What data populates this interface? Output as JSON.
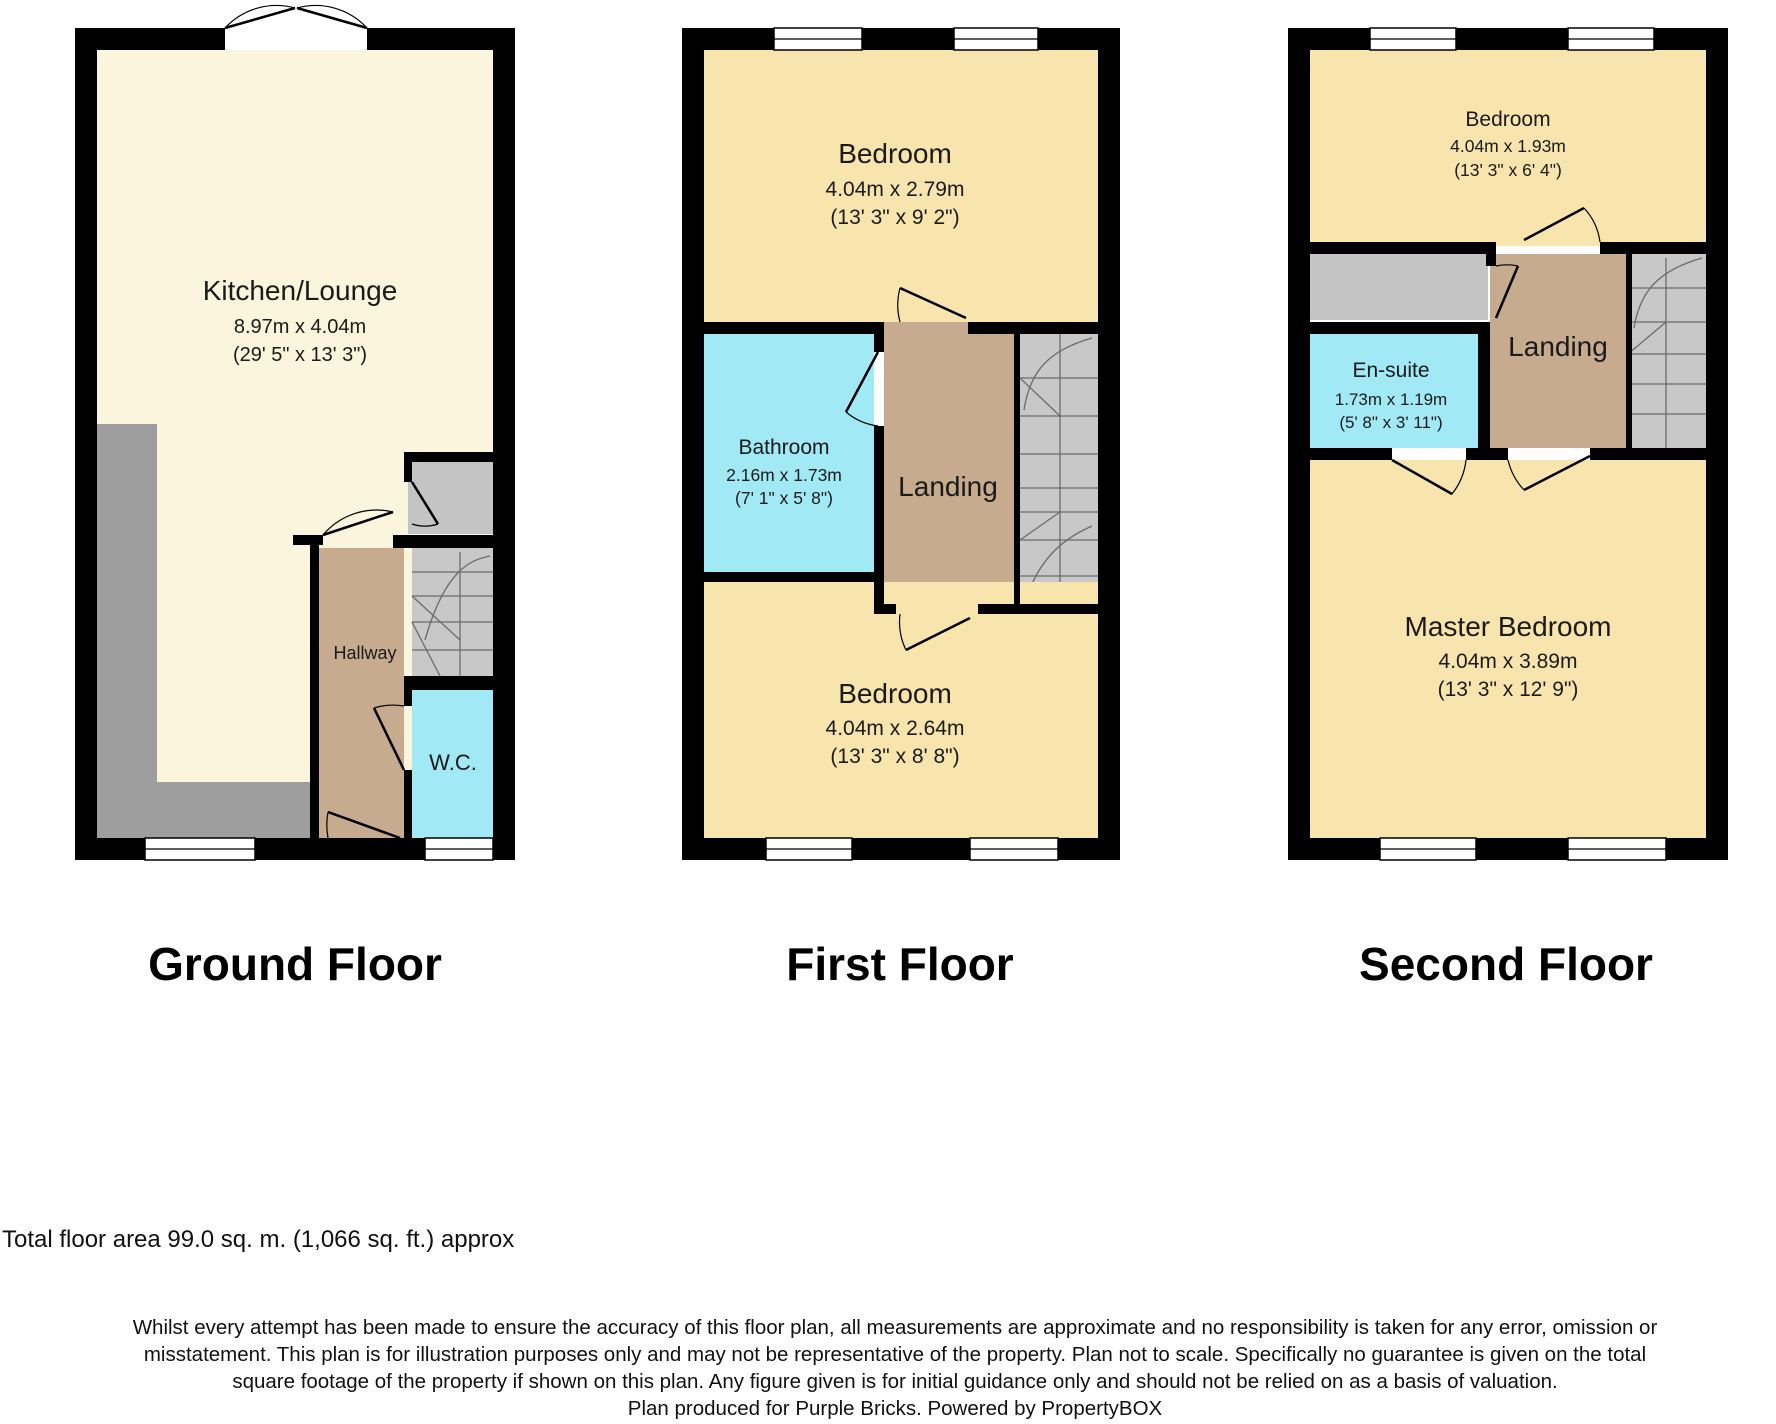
{
  "colors": {
    "wall": "#000000",
    "kitchen": "#faf5dc",
    "bedroom": "#f8e4ad",
    "bathroom": "#a2e9f6",
    "hall": "#c7ab8e",
    "stairs": "#c8c8c8",
    "worktop": "#9e9e9e",
    "storage": "#c4c4c4"
  },
  "ground_floor": {
    "title": "Ground Floor",
    "kitchen": {
      "name": "Kitchen/Lounge",
      "metric": "8.97m x 4.04m",
      "imperial": "(29' 5\" x 13' 3\")"
    },
    "hallway": {
      "name": "Hallway"
    },
    "wc": {
      "name": "W.C."
    }
  },
  "first_floor": {
    "title": "First Floor",
    "bedroom_top": {
      "name": "Bedroom",
      "metric": "4.04m x 2.79m",
      "imperial": "(13' 3\" x 9' 2\")"
    },
    "bathroom": {
      "name": "Bathroom",
      "metric": "2.16m x 1.73m",
      "imperial": "(7' 1\" x 5' 8\")"
    },
    "landing": {
      "name": "Landing"
    },
    "bedroom_bottom": {
      "name": "Bedroom",
      "metric": "4.04m x 2.64m",
      "imperial": "(13' 3\" x 8' 8\")"
    }
  },
  "second_floor": {
    "title": "Second Floor",
    "bedroom": {
      "name": "Bedroom",
      "metric": "4.04m x 1.93m",
      "imperial": "(13' 3\" x 6' 4\")"
    },
    "ensuite": {
      "name": "En-suite",
      "metric": "1.73m x 1.19m",
      "imperial": "(5' 8\" x 3' 11\")"
    },
    "landing": {
      "name": "Landing"
    },
    "master": {
      "name": "Master Bedroom",
      "metric": "4.04m x 3.89m",
      "imperial": "(13' 3\" x 12' 9\")"
    }
  },
  "total_area": "Total floor area 99.0 sq. m. (1,066 sq. ft.) approx",
  "disclaimer": {
    "line1": "Whilst every attempt has been made to ensure the accuracy of this floor plan, all measurements are approximate and no responsibility is taken for any error, omission or",
    "line2": "misstatement. This plan is for illustration purposes only and may not be representative of the property. Plan not to scale. Specifically no guarantee is given on the total",
    "line3": "square footage of the property if shown on this plan. Any figure given is for initial guidance only and should not be relied on as a basis of valuation.",
    "line4": "Plan produced for Purple Bricks. Powered by PropertyBOX"
  }
}
